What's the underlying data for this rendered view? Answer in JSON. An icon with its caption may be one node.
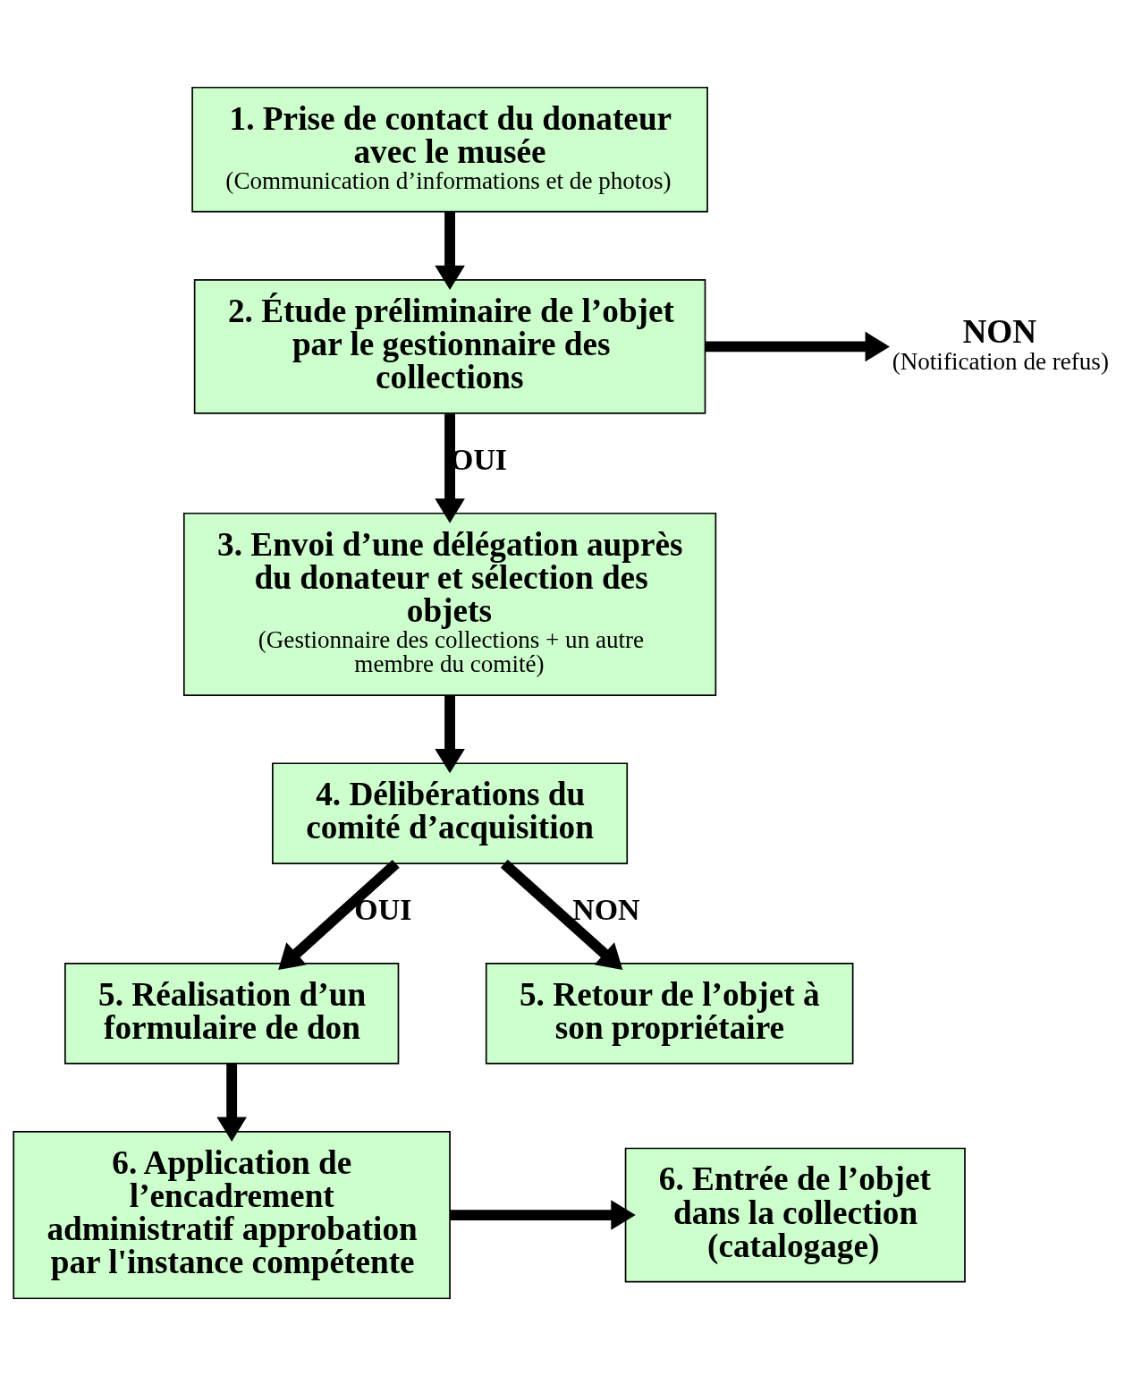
{
  "diagram": {
    "nodes": [
      {
        "text": [
          "1. Prise de contact du donateur avec le musée",
          "(Communication d’informations et de photos)"
        ]
      },
      {
        "text": [
          "2. Étude préliminaire de l’objet par le gestionnaire des collections"
        ]
      },
      {
        "text": [
          "NON",
          "(Notification de refus)"
        ]
      },
      {
        "text": [
          "3. Envoi d’une délégation auprès du donateur et sélection des objets",
          "(Gestionnaire des collections + un autre membre du comité)"
        ]
      },
      {
        "text": [
          "4. Délibérations du comité d’acquisition"
        ]
      },
      {
        "text": [
          "5. Réalisation d’un formulaire de don"
        ]
      },
      {
        "text": [
          "5. Retour de l’objet à son propriétaire"
        ]
      },
      {
        "text": [
          "6. Application de l’encadrement administratif approbation par l'instance compétente"
        ]
      },
      {
        "text": [
          "6. Entrée de l’objet dans la collection (catalogage)"
        ]
      }
    ],
    "edges": [
      {
        "from": 0,
        "to": 1,
        "arrow": "to"
      },
      {
        "from": 1,
        "to": 2,
        "arrow": "to"
      },
      {
        "from": 1,
        "to": 3,
        "arrow": "to",
        "label": "OUI"
      },
      {
        "from": 3,
        "to": 4,
        "arrow": "to"
      },
      {
        "from": 4,
        "to": 5,
        "arrow": "to",
        "label": "OUI"
      },
      {
        "from": 4,
        "to": 6,
        "arrow": "to",
        "label": "NON"
      },
      {
        "from": 5,
        "to": 7,
        "arrow": "to"
      },
      {
        "from": 7,
        "to": 8,
        "arrow": "to"
      }
    ]
  }
}
